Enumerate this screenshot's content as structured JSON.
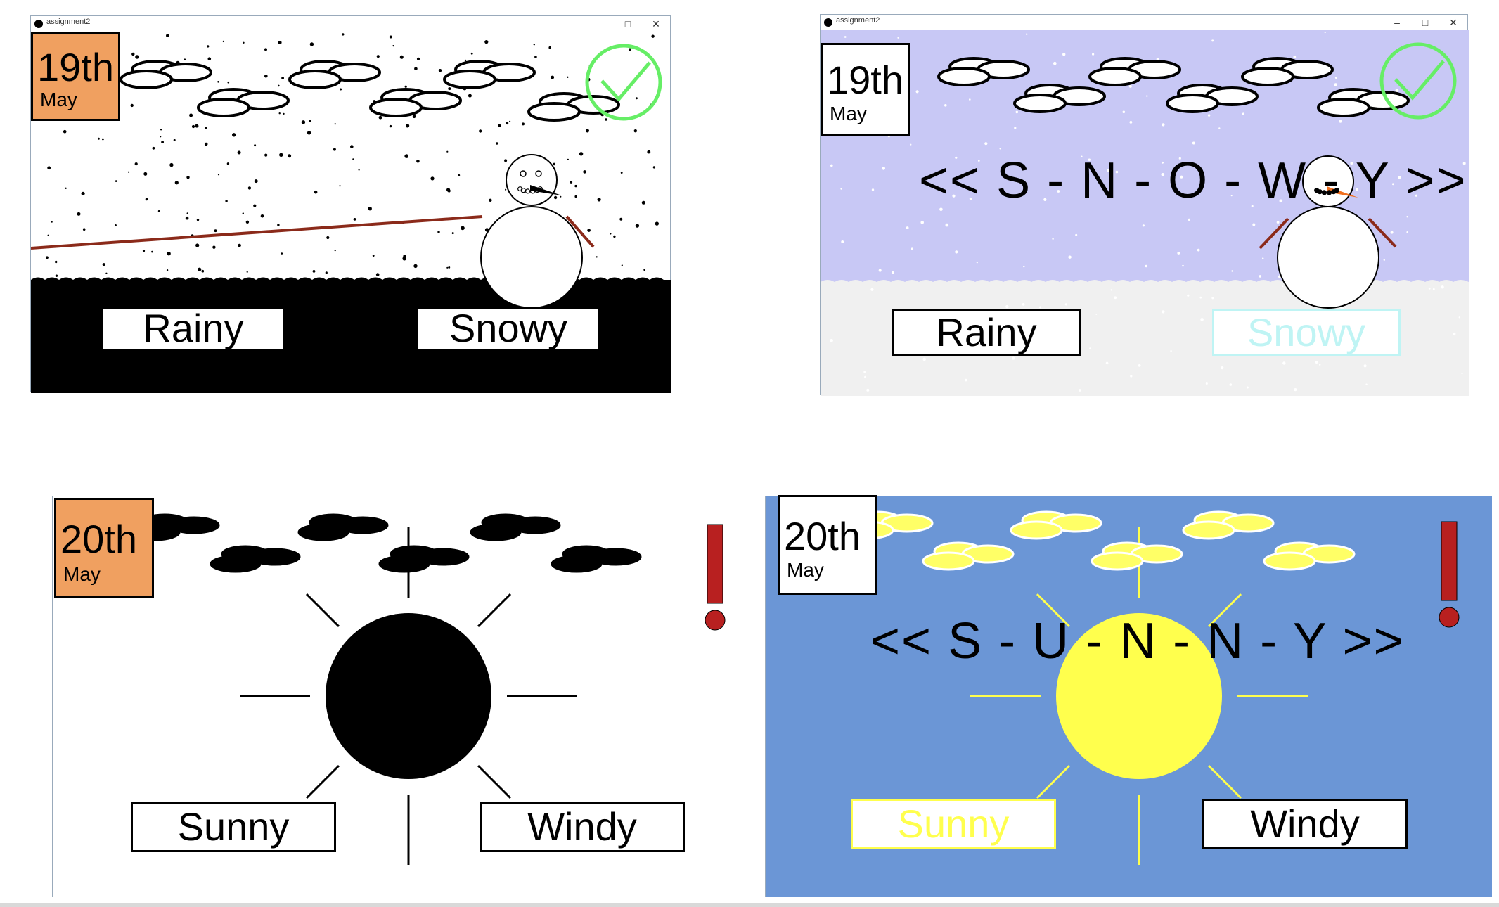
{
  "colors": {
    "orange": "#f0a060",
    "lavender": "#c8c8f5",
    "snow_ground": "#f0f0f0",
    "sky_blue": "#6b96d6",
    "sun_yellow": "#ffff4d",
    "check_green": "#66ee66",
    "alert_red": "#b82020",
    "snowy_highlight": "#bff4f4",
    "carrot": "#f07020",
    "arm_brown": "#8b2a1a"
  },
  "panels": [
    {
      "window_title": "assignment2",
      "date_day": "19th",
      "date_month": "May",
      "buttons": [
        "Rainy",
        "Snowy"
      ],
      "status_icon": "checkmark-icon"
    },
    {
      "window_title": "assignment2",
      "date_day": "19th",
      "date_month": "May",
      "banner": "<< S - N - O - W - Y >>",
      "buttons": [
        "Rainy",
        "Snowy"
      ],
      "status_icon": "checkmark-icon"
    },
    {
      "date_day": "20th",
      "date_month": "May",
      "buttons": [
        "Sunny",
        "Windy"
      ],
      "status_icon": "exclamation-icon"
    },
    {
      "date_day": "20th",
      "date_month": "May",
      "banner": "<< S - U - N - N - Y >>",
      "buttons": [
        "Sunny",
        "Windy"
      ],
      "status_icon": "exclamation-icon"
    }
  ]
}
